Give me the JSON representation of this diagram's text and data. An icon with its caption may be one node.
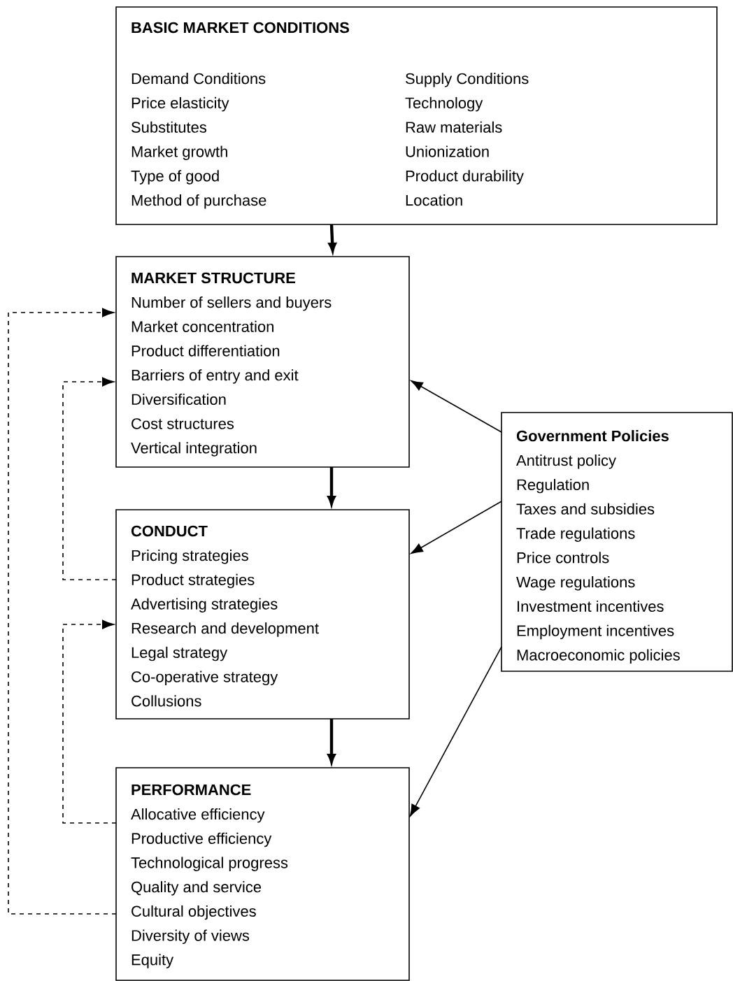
{
  "diagram": {
    "nodes": [
      {
        "text": [
          "BASIC MARKET CONDITIONS",
          "Demand Conditions",
          "Price elasticity",
          "Substitutes",
          "Market growth",
          "Type of good",
          "Method of purchase",
          "Supply Conditions",
          "Technology",
          "Raw materials",
          "Unionization",
          "Product durability",
          "Location"
        ]
      },
      {
        "text": [
          "MARKET STRUCTURE",
          "Number of sellers and buyers",
          "Market concentration",
          "Product differentiation",
          "Barriers of entry and exit",
          "Diversification",
          "Cost structures",
          "Vertical integration"
        ]
      },
      {
        "text": [
          "CONDUCT",
          "Pricing strategies",
          "Product strategies",
          "Advertising strategies",
          "Research and development",
          "Legal strategy",
          "Co-operative strategy",
          "Collusions"
        ]
      },
      {
        "text": [
          "PERFORMANCE",
          "Allocative efficiency",
          "Productive efficiency",
          "Technological progress",
          "Quality and service",
          "Cultural objectives",
          "Diversity of views",
          "Equity"
        ]
      },
      {
        "text": [
          "Government Policies",
          "Antitrust policy",
          "Regulation",
          "Taxes and subsidies",
          "Trade regulations",
          "Price controls",
          "Wage regulations",
          "Investment incentives",
          "Employment incentives",
          "Macroeconomic policies"
        ]
      }
    ],
    "edges": [
      {
        "from": 0,
        "to": 1,
        "arrow": "to",
        "style": "thick"
      },
      {
        "from": 1,
        "to": 2,
        "arrow": "to",
        "style": "thick"
      },
      {
        "from": 2,
        "to": 3,
        "arrow": "to",
        "style": "thick"
      },
      {
        "from": 4,
        "to": 1,
        "arrow": "to"
      },
      {
        "from": 4,
        "to": 2,
        "arrow": "to"
      },
      {
        "from": 4,
        "to": 3,
        "arrow": "to"
      },
      {
        "from": 2,
        "to": 1,
        "arrow": "to",
        "style": "dashed"
      },
      {
        "from": 3,
        "to": 2,
        "arrow": "to",
        "style": "dashed"
      },
      {
        "from": 3,
        "to": 1,
        "arrow": "to",
        "style": "dashed"
      }
    ]
  }
}
